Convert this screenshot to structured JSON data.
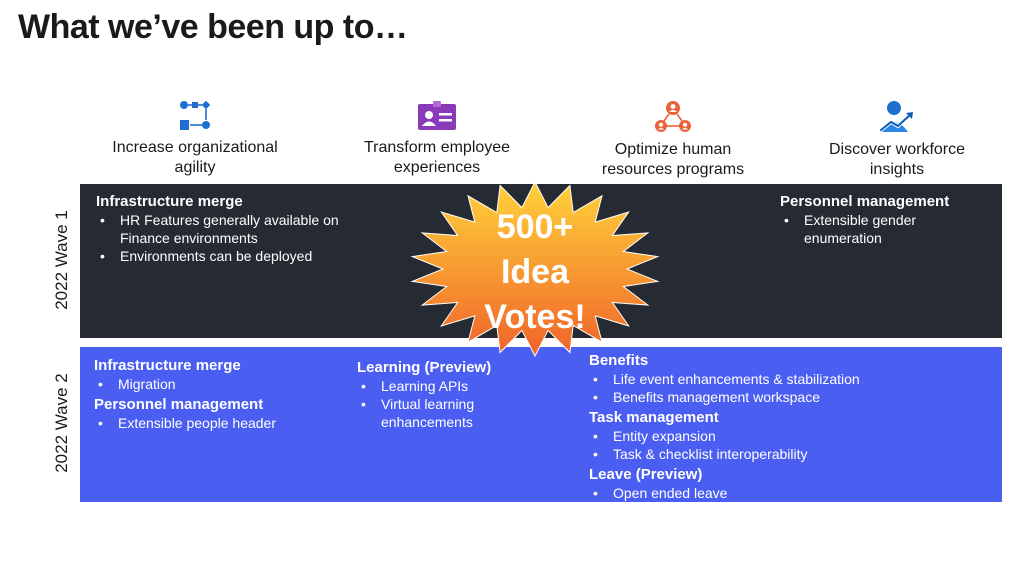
{
  "title": "What we’ve been up to…",
  "pillars": [
    {
      "icon": "workflow-icon",
      "label_line1": "Increase organizational",
      "label_line2": "agility"
    },
    {
      "icon": "employee-card-icon",
      "label_line1": "Transform employee",
      "label_line2": "experiences"
    },
    {
      "icon": "people-network-icon",
      "label_line1": "Optimize human",
      "label_line2": "resources programs"
    },
    {
      "icon": "user-insights-icon",
      "label_line1": "Discover workforce",
      "label_line2": "insights"
    }
  ],
  "waves": {
    "wave1": {
      "label": "2022 Wave 1",
      "blocks": [
        {
          "heading": "Infrastructure merge",
          "items": [
            "HR Features generally available on",
            "Finance environments",
            "Environments can be deployed"
          ]
        },
        {
          "heading": "Personnel management",
          "items": [
            "Extensible gender",
            "enumeration"
          ]
        }
      ]
    },
    "wave2": {
      "label": "2022 Wave 2",
      "blocks": [
        {
          "heading": "Infrastructure merge",
          "items": [
            "Migration"
          ]
        },
        {
          "heading": "Personnel management",
          "items": [
            "Extensible people header"
          ]
        },
        {
          "heading": "Learning (Preview)",
          "items": [
            "Learning APIs",
            "Virtual learning",
            "enhancements"
          ]
        },
        {
          "heading": "Benefits",
          "items": [
            "Life event enhancements & stabilization",
            "Benefits management workspace"
          ]
        },
        {
          "heading": "Task management",
          "items": [
            "Entity expansion",
            "Task & checklist interoperability"
          ]
        },
        {
          "heading": "Leave (Preview)",
          "items": [
            "Open ended leave"
          ]
        }
      ]
    }
  },
  "callout": {
    "line1": "500+",
    "line2": "Idea",
    "line3": "Votes!"
  },
  "colors": {
    "band1": "#262a33",
    "band2": "#4b5ef2",
    "icon_blue": "#1f6fd1",
    "icon_purple": "#8a3ab9",
    "icon_orange": "#e8623a",
    "starburst_top": "#ffd23a",
    "starburst_bottom": "#f0632a"
  }
}
